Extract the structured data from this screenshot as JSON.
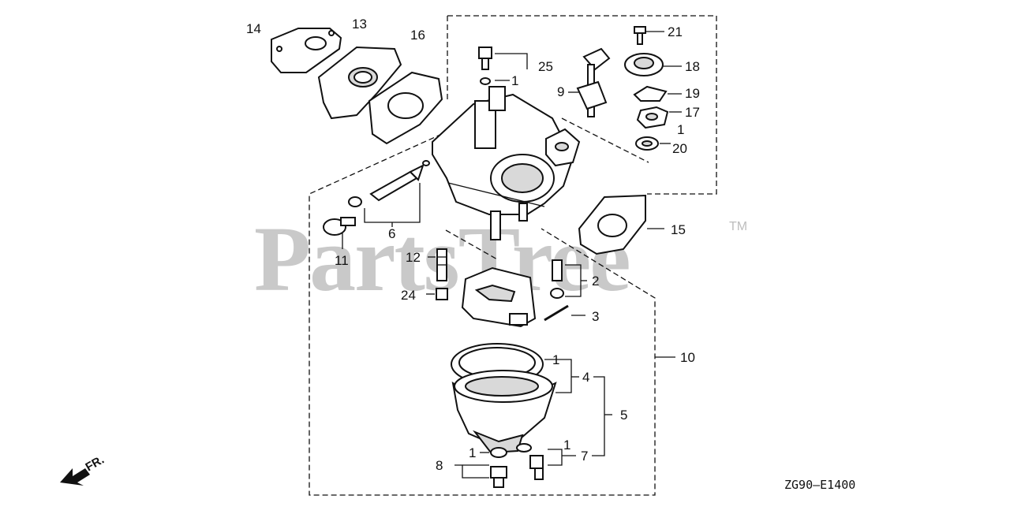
{
  "watermark": {
    "text": "PartsTree",
    "trademark": "TM"
  },
  "diagram_code": "ZG90—E1400",
  "direction_label": "FR.",
  "callouts": [
    {
      "id": "c14",
      "text": "14"
    },
    {
      "id": "c13",
      "text": "13"
    },
    {
      "id": "c16",
      "text": "16"
    },
    {
      "id": "c21",
      "text": "21"
    },
    {
      "id": "c25",
      "text": "25"
    },
    {
      "id": "c1a",
      "text": "1"
    },
    {
      "id": "c18",
      "text": "18"
    },
    {
      "id": "c9",
      "text": "9"
    },
    {
      "id": "c19",
      "text": "19"
    },
    {
      "id": "c17",
      "text": "17"
    },
    {
      "id": "c1b",
      "text": "1"
    },
    {
      "id": "c20",
      "text": "20"
    },
    {
      "id": "c6",
      "text": "6"
    },
    {
      "id": "c11",
      "text": "11"
    },
    {
      "id": "c15",
      "text": "15"
    },
    {
      "id": "c12",
      "text": "12"
    },
    {
      "id": "c2",
      "text": "2"
    },
    {
      "id": "c24",
      "text": "24"
    },
    {
      "id": "c3",
      "text": "3"
    },
    {
      "id": "c10",
      "text": "10"
    },
    {
      "id": "c1c",
      "text": "1"
    },
    {
      "id": "c4",
      "text": "4"
    },
    {
      "id": "c5",
      "text": "5"
    },
    {
      "id": "c1d",
      "text": "1"
    },
    {
      "id": "c1e",
      "text": "1"
    },
    {
      "id": "c8",
      "text": "8"
    },
    {
      "id": "c7",
      "text": "7"
    }
  ]
}
